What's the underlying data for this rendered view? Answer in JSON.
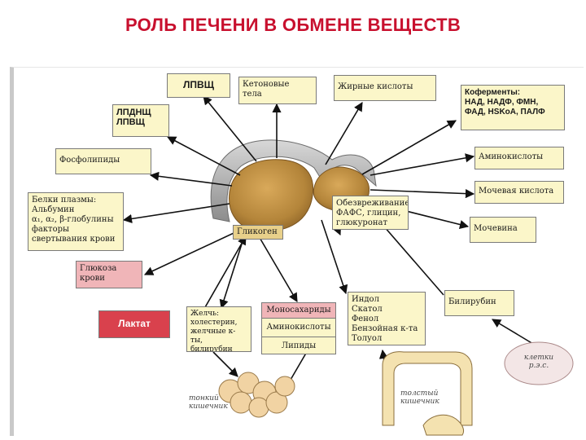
{
  "title": "РОЛЬ ПЕЧЕНИ В ОБМЕНЕ ВЕЩЕСТВ",
  "boxes": {
    "lpvshch": "ЛПВЩ",
    "ketone": "Кетоновые\nтела",
    "fatty_acids": "Жирные кислоты",
    "coenzymes": "Коферменты:\nНАД, НАДФ, ФМН,\nФАД, HSKoA, ПАЛФ",
    "lpdnshch": "ЛПДНЩ\nЛПВЩ",
    "phospholipids": "Фосфолипиды",
    "amino_acids_right": "Аминокислоты",
    "uric_acid": "Мочевая кислота",
    "plasma_proteins": "Белки плазмы:\nАльбумин\nα₁, α₂, β-глобулины\nфакторы\nсвертывания крови",
    "neutralization": "Обезвреживание\nФАФС, глицин,\nглюкуронат",
    "urea": "Мочевина",
    "glycogen": "Гликоген",
    "blood_glucose": "Глюкоза\nкрови",
    "indole": "Индол\nСкатол\nФенол\nБензойная к-та\nТолуол",
    "bilirubin": "Билирубин",
    "lactate": "Лактат",
    "bile": "Желчь:\nхолестерин,\nжелчные к-ты,\nбилирубин",
    "monosaccharides": "Моносахариды",
    "amino_acids_mid": "Аминокислоты",
    "lipids": "Липиды"
  },
  "labels": {
    "small_intestine": "тонкий\nкишечник",
    "large_intestine": "толстый\nкишечник",
    "cells": "клетки\nр.э.с."
  },
  "colors": {
    "title": "#c8102e",
    "box_fill": "#fbf6c9",
    "red_box": "#d9414d",
    "pink_box": "#f0b5b8",
    "liver": "#b98a3c",
    "arrows": "#111111"
  }
}
